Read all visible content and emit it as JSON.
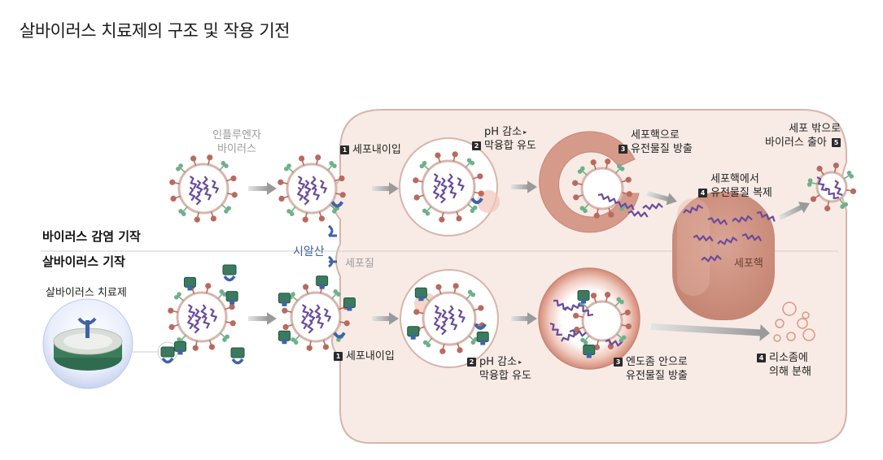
{
  "title": "살바이러스 치료제의 구조 및 작용 기전",
  "rows": {
    "infection": "바이러스 감염 기작",
    "salvirus": "살바이러스 기작"
  },
  "labels": {
    "influenza": [
      "인플루엔자",
      "바이러스"
    ],
    "sialic_acid": "시알산",
    "cytoplasm": "세포질",
    "nucleus": "세포핵",
    "therapeutic": "살바이러스 치료제"
  },
  "top_steps": [
    {
      "num": "1",
      "lines": [
        "세포내이입"
      ]
    },
    {
      "num": "2",
      "lines": [
        "pH 감소",
        "막융합 유도"
      ]
    },
    {
      "num": "3",
      "lines": [
        "세포핵으로",
        "유전물질 방출"
      ]
    },
    {
      "num": "4",
      "lines": [
        "세포핵에서",
        "유전물질 복제"
      ]
    },
    {
      "num": "5",
      "lines": [
        "세포 밖으로",
        "바이러스 출아"
      ]
    }
  ],
  "bottom_steps": [
    {
      "num": "1",
      "lines": [
        "세포내이입"
      ]
    },
    {
      "num": "2",
      "lines": [
        "pH 감소",
        "막융합 유도"
      ]
    },
    {
      "num": "3",
      "lines": [
        "엔도좀 안으로",
        "유전물질 방출"
      ]
    },
    {
      "num": "4",
      "lines": [
        "리소좀에",
        "의해 분해"
      ]
    }
  ],
  "colors": {
    "cell_fill": "#f8ebe6",
    "cell_border": "#d6b5ab",
    "nucleus": "#d09484",
    "virus_rna": "#6a4c9c",
    "spike_red": "#b96a5e",
    "spike_green": "#6fb08a",
    "receptor_blue": "#3f63a8",
    "arrow": "#b3b3b3"
  }
}
